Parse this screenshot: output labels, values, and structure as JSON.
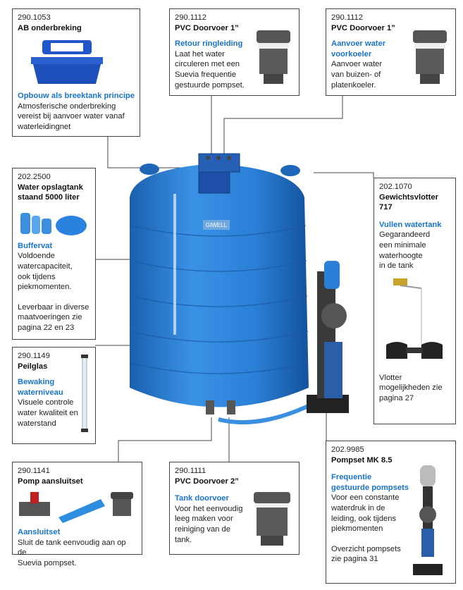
{
  "colors": {
    "tank": "#2a7fd6",
    "tank_dark": "#1a5fae",
    "accent": "#1a73c8",
    "border": "#444444"
  },
  "tank": {
    "brand": "GIWELL"
  },
  "boxes": {
    "ab": {
      "code": "290.1053",
      "title": "AB onderbreking",
      "head": "Opbouw als breektank principe",
      "text": [
        "Atmosferische onderbreking",
        "vereist bij aanvoer water vanaf",
        "waterleidingnet"
      ]
    },
    "retour": {
      "code": "290.1112",
      "title": "PVC Doorvoer 1”",
      "head": "Retour ringleiding",
      "text": [
        "Laat het water",
        "circuleren met een",
        "Suevia frequentie",
        "gestuurde pompset."
      ]
    },
    "aanvoer": {
      "code": "290.1112",
      "title": "PVC Doorvoer 1”",
      "head": [
        "Aanvoer water",
        "voorkoeler"
      ],
      "text": [
        "Aanvoer water",
        "van buizen- of",
        "platenkoeler."
      ]
    },
    "tank": {
      "code": "202.2500",
      "title": [
        "Water opslagtank",
        "staand 5000 liter"
      ],
      "head": "Buffervat",
      "text": [
        "Voldoende",
        "watercapaciteit,",
        "ook tijdens",
        "piekmomenten."
      ],
      "text2": [
        "Leverbaar in diverse",
        "maatvoeringen zie",
        "pagina 22 en 23"
      ]
    },
    "vlotter": {
      "code": "202.1070",
      "title": [
        "Gewichtsvlotter",
        "717"
      ],
      "head": "Vullen watertank",
      "text": [
        "Gegarandeerd",
        "een minimale",
        "waterhoogte",
        "in de tank"
      ],
      "text2": [
        "Vlotter",
        "mogelijkheden zie",
        "pagina 27"
      ]
    },
    "peilglas": {
      "code": "290.1149",
      "title": "Peilglas",
      "head": [
        "Bewaking",
        "waterniveau"
      ],
      "text": [
        "Visuele controle",
        "water kwaliteit en",
        "waterstand"
      ]
    },
    "pompaan": {
      "code": "290.1141",
      "title": "Pomp aansluitset",
      "head": "Aansluitset",
      "text": [
        "Sluit de tank eenvoudig aan op de",
        "Suevia pompset."
      ]
    },
    "doorvoer2": {
      "code": "290.1111",
      "title": "PVC Doorvoer 2”",
      "head": "Tank doorvoer",
      "text": [
        "Voor het eenvoudig",
        "leeg maken voor",
        "reiniging van de",
        "tank."
      ]
    },
    "pompset": {
      "code": "202.9985",
      "title": "Pompset MK 8.5",
      "head": [
        "Frequentie",
        "gestuurde pompsets"
      ],
      "text": [
        "Voor een constante",
        "waterdruk in de",
        "leiding, ook tijdens",
        "piekmomenten"
      ],
      "text2": [
        "Overzicht pompsets",
        "zie pagina 31"
      ]
    }
  }
}
